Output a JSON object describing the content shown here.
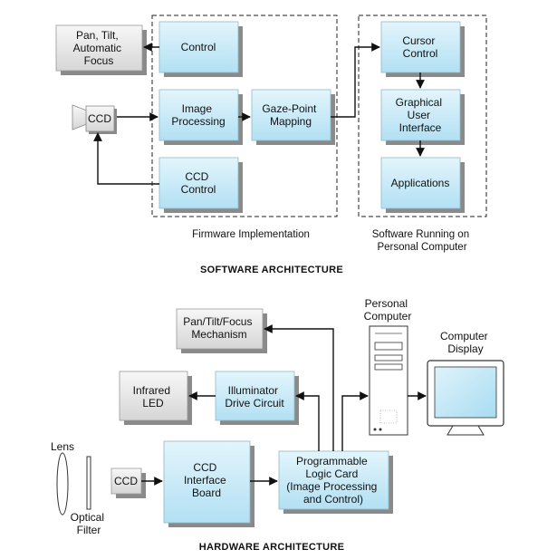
{
  "software": {
    "heading": "SOFTWARE ARCHITECTURE",
    "pan_tilt_box": [
      "Pan, Tilt,",
      "Automatic",
      "Focus"
    ],
    "control_box": [
      "Control"
    ],
    "ccd_camera": "CCD",
    "image_processing_box": [
      "Image",
      "Processing"
    ],
    "gaze_point_box": [
      "Gaze-Point",
      "Mapping"
    ],
    "ccd_control_box": [
      "CCD",
      "Control"
    ],
    "cursor_control_box": [
      "Cursor",
      "Control"
    ],
    "gui_box": [
      "Graphical",
      "User",
      "Interface"
    ],
    "applications_box": [
      "Applications"
    ],
    "firmware_caption": "Firmware Implementation",
    "pc_software_caption": [
      "Software Running on",
      "Personal Computer"
    ]
  },
  "hardware": {
    "heading": "HARDWARE ARCHITECTURE",
    "pan_tilt_focus_box": [
      "Pan/Tilt/Focus",
      "Mechanism"
    ],
    "infrared_led_box": [
      "Infrared",
      "LED"
    ],
    "illuminator_box": [
      "Illuminator",
      "Drive Circuit"
    ],
    "personal_computer_label": [
      "Personal",
      "Computer"
    ],
    "computer_display_label": [
      "Computer",
      "Display"
    ],
    "lens_label": "Lens",
    "optical_filter_label": [
      "Optical",
      "Filter"
    ],
    "ccd_box": "CCD",
    "ccd_interface_box": [
      "CCD",
      "Interface",
      "Board"
    ],
    "logic_card_box": [
      "Programmable",
      "Logic Card",
      "(Image Processing",
      "and Control)"
    ]
  },
  "colors": {
    "blue_box_top": "#dff3fb",
    "blue_box_bottom": "#b4e2f4",
    "gray_box_top": "#f6f6f6",
    "gray_box_bottom": "#d9d9d9",
    "line": "#111111"
  }
}
